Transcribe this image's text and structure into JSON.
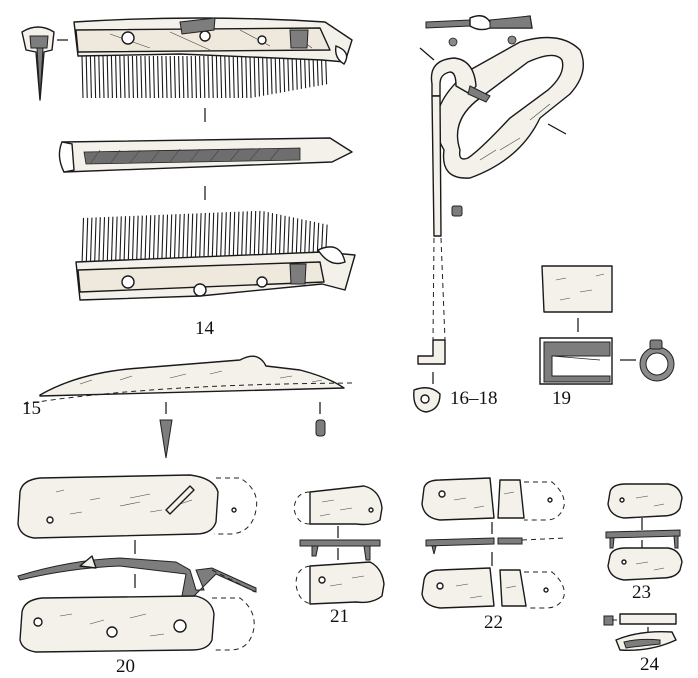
{
  "figures": [
    {
      "id": "fig14",
      "label": "14"
    },
    {
      "id": "fig15",
      "label": "15"
    },
    {
      "id": "fig16",
      "label": "16–18"
    },
    {
      "id": "fig19",
      "label": "19"
    },
    {
      "id": "fig20",
      "label": "20"
    },
    {
      "id": "fig21",
      "label": "21"
    },
    {
      "id": "fig22",
      "label": "22"
    },
    {
      "id": "fig23",
      "label": "23"
    },
    {
      "id": "fig24",
      "label": "24"
    }
  ]
}
